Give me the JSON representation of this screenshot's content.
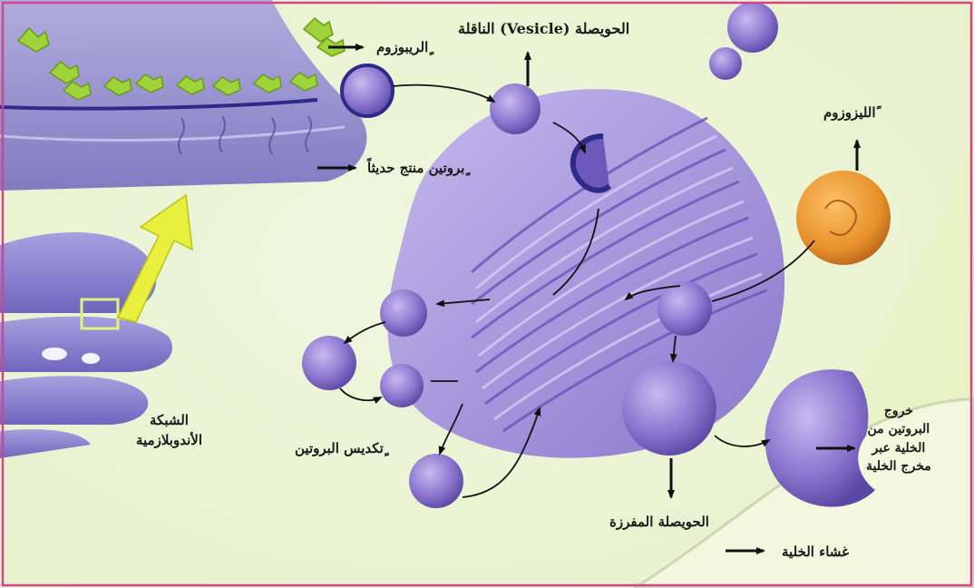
{
  "labels": {
    "ribosome": "ٍالريبوزوم",
    "vesicle": "الحويصلة (Vesicle) الناقلة",
    "new_protein": "ٍبروتين منتج حديثاً",
    "lysosome": "ًالليزوزوم",
    "er": "الشبكة\nالأندوبلازمية",
    "protein_packaging": "ٍتكديس البروتين",
    "secretory_vesicle": "الحويصلة المفرزة",
    "protein_exit": "خروج\nالبروتين من\nالخلية عبر\nمخرج الخلية",
    "cell_membrane": "غشاء الخلية"
  },
  "colors": {
    "frame": "#d2448e",
    "background": "#eef5cf",
    "cell_interior": "#d9eef2",
    "golgi": "#9f8fd8",
    "vesicle": "#8a73cc",
    "ribosome": "#9fd33a",
    "lysosome": "#e8902a",
    "arrow": "#111111"
  }
}
